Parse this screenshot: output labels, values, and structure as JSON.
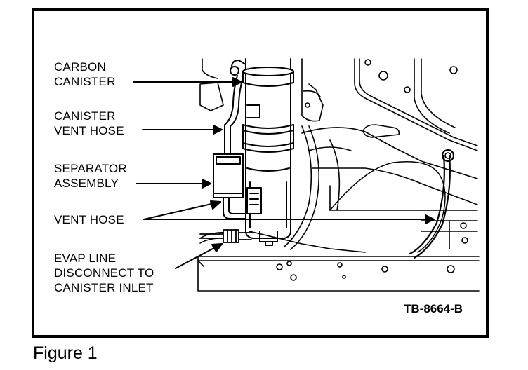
{
  "figure": {
    "caption": "Figure 1",
    "doc_id": "TB-8664-B"
  },
  "callouts": [
    {
      "line1": "CARBON",
      "line2": "CANISTER"
    },
    {
      "line1": "CANISTER",
      "line2": "VENT HOSE"
    },
    {
      "line1": "SEPARATOR",
      "line2": "ASSEMBLY"
    },
    {
      "line1": "VENT HOSE"
    },
    {
      "line1": "EVAP LINE",
      "line2": "DISCONNECT TO",
      "line3": "CANISTER INLET"
    }
  ],
  "colors": {
    "ink": "#000000",
    "paper": "#ffffff"
  }
}
